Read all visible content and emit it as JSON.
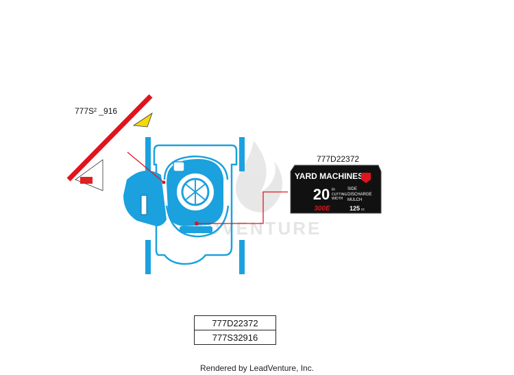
{
  "callouts": {
    "decal_left": "777S² _916",
    "decal_right": "777D22372"
  },
  "watermark": {
    "text": "ADVENTURE"
  },
  "decal_label": {
    "brand": "YARD MACHINES",
    "size": "20",
    "size_suffix": "in",
    "cutting": "CUTTING",
    "width": "WIDTH",
    "side": "SIDE",
    "discharge": "DISCHARGE",
    "mulch": "MULCH",
    "engine": "300E",
    "engine_cc": "125",
    "engine_unit": "cc"
  },
  "parts_table": {
    "rows": [
      "777D22372",
      "777S32916"
    ]
  },
  "footer": {
    "text": "Rendered by LeadVenture, Inc."
  },
  "colors": {
    "mower_blue": "#1ba1dd",
    "leader_red": "#e0141e",
    "decal_black": "#111111",
    "watermark_gray": "#d9d9d9"
  }
}
